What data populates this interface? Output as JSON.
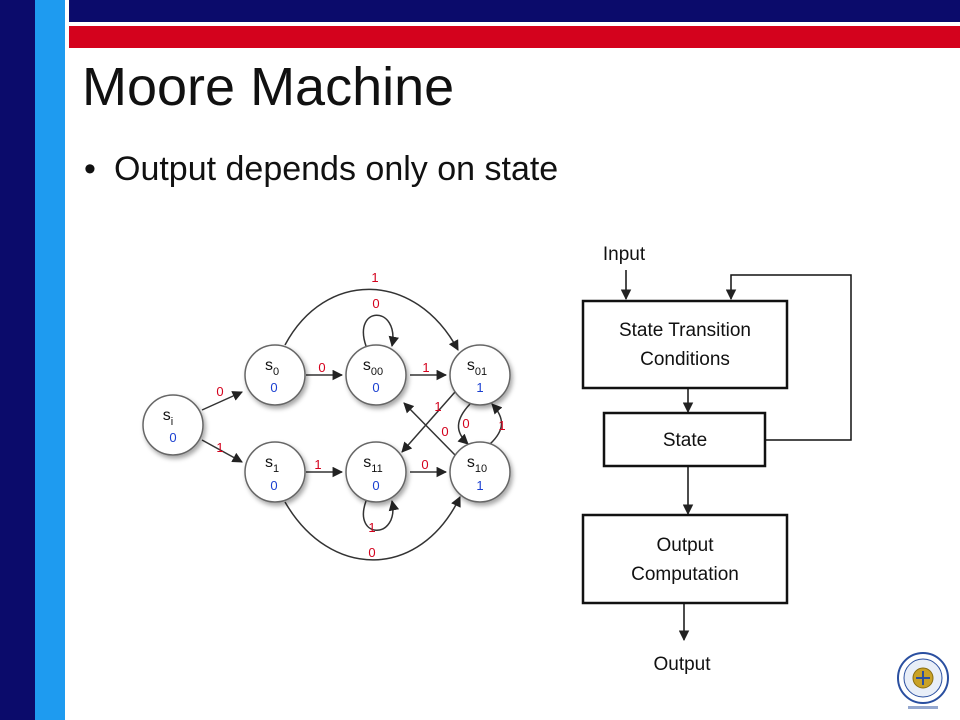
{
  "slide": {
    "title": "Moore Machine",
    "bullet": "Output depends only on state"
  },
  "fsm": {
    "states": [
      {
        "id": "si",
        "name": "s",
        "sub": "i",
        "output": "0"
      },
      {
        "id": "s0",
        "name": "s",
        "sub": "0",
        "output": "0"
      },
      {
        "id": "s1",
        "name": "s",
        "sub": "1",
        "output": "0"
      },
      {
        "id": "s00",
        "name": "s",
        "sub": "00",
        "output": "0"
      },
      {
        "id": "s11",
        "name": "s",
        "sub": "11",
        "output": "0"
      },
      {
        "id": "s01",
        "name": "s",
        "sub": "01",
        "output": "1"
      },
      {
        "id": "s10",
        "name": "s",
        "sub": "10",
        "output": "1"
      }
    ],
    "transitions": [
      {
        "from": "si",
        "to": "s0",
        "label": "0"
      },
      {
        "from": "si",
        "to": "s1",
        "label": "1"
      },
      {
        "from": "s0",
        "to": "s00",
        "label": "0"
      },
      {
        "from": "s0",
        "to": "s01",
        "label": "1"
      },
      {
        "from": "s00",
        "to": "s00",
        "label": "0"
      },
      {
        "from": "s00",
        "to": "s01",
        "label": "1"
      },
      {
        "from": "s1",
        "to": "s11",
        "label": "1"
      },
      {
        "from": "s1",
        "to": "s10",
        "label": "0"
      },
      {
        "from": "s11",
        "to": "s11",
        "label": "1"
      },
      {
        "from": "s11",
        "to": "s10",
        "label": "0"
      },
      {
        "from": "s01",
        "to": "s11",
        "label": "1"
      },
      {
        "from": "s01",
        "to": "s10",
        "label": "0"
      },
      {
        "from": "s10",
        "to": "s00",
        "label": "0"
      },
      {
        "from": "s10",
        "to": "s01",
        "label": "1"
      }
    ]
  },
  "block": {
    "input_label": "Input",
    "transition_box_line1": "State Transition",
    "transition_box_line2": "Conditions",
    "state_box": "State",
    "output_box_line1": "Output",
    "output_box_line2": "Computation",
    "output_label": "Output"
  },
  "colors": {
    "navy": "#0b0b6b",
    "red": "#d4021d",
    "light_blue": "#1e9bf0",
    "output_blue": "#1a3fd0"
  }
}
